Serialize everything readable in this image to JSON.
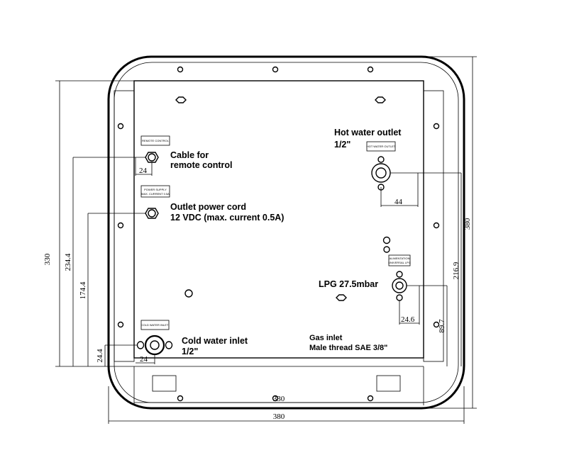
{
  "labels": {
    "cable_line1": "Cable for",
    "cable_line2": "remote control",
    "power_line1": "Outlet power cord",
    "power_line2": "12 VDC (max. current 0.5A)",
    "hot_line1": "Hot water outlet",
    "hot_line2": "1/2\"",
    "lpg": "LPG 27.5mbar",
    "gas_line1": "Gas inlet",
    "gas_line2": "Male thread SAE 3/8\"",
    "cold_line1": "Cold water inlet",
    "cold_line2": "1/2\""
  },
  "tags": {
    "remote": "REMOTE CONTROL",
    "power_a": "POWER SUPPLY",
    "power_b": "MAX. CURRENT 0.5A",
    "hot": "HOT WATER OUTLET",
    "lpg_a": "ALIMENTATION",
    "lpg_b": "UNIVERSAL LPG",
    "cold": "COLD WATER INLET"
  },
  "dimensions": {
    "overall_height": "330",
    "remote_height": "234.4",
    "power_height": "174.4",
    "cold_height": "24.4",
    "remote_offset": "24",
    "cold_offset": "24",
    "hot_offset": "44",
    "frame_height": "380",
    "hot_height": "216.9",
    "lpg_height": "89.7",
    "lpg_offset": "24.6",
    "inner_width": "330",
    "outer_width": "380"
  }
}
